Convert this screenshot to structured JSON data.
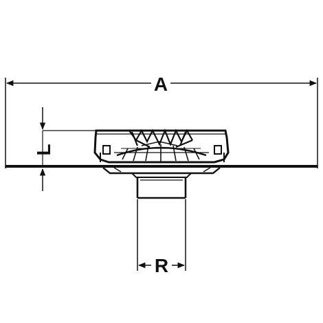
{
  "labels": {
    "overall_width": "A",
    "height": "L",
    "outlet_diameter": "R"
  },
  "colors": {
    "line": "#111111",
    "background": "#ffffff"
  }
}
